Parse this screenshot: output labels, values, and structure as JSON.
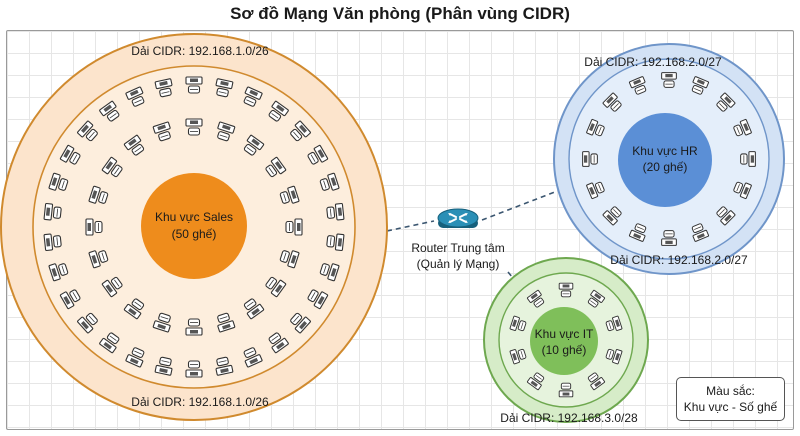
{
  "title": "Sơ đồ Mạng Văn phòng (Phân vùng CIDR)",
  "zones": [
    {
      "id": "sales",
      "name": "Khu vực Sales",
      "seats": "(50 ghế)",
      "cidr_top": "Dải CIDR: 192.168.1.0/26",
      "cidr_bottom": "Dải CIDR: 192.168.1.0/26",
      "fill_color": "#ee8c1c",
      "ring_color": "#fce4cc",
      "border_color": "#d08a2e"
    },
    {
      "id": "hr",
      "name": "Khu vực HR",
      "seats": "(20 ghế)",
      "cidr_top": "Dải CIDR: 192.168.2.0/27",
      "cidr_bottom": "Dải CIDR: 192.168.2.0/27",
      "fill_color": "#5b8fd6",
      "ring_color": "#d3e2f5",
      "border_color": "#6f95c9"
    },
    {
      "id": "it",
      "name": "Khu vực IT",
      "seats": "(10 ghế)",
      "cidr_bottom": "Dải CIDR: 192.168.3.0/28",
      "fill_color": "#7fbf5a",
      "ring_color": "#d6ecc8",
      "border_color": "#6ea84f"
    }
  ],
  "router": {
    "label_line1": "Router Trung tâm",
    "label_line2": "(Quản lý Mạng)",
    "icon": "router-icon",
    "color": "#1f7fa3"
  },
  "legend": {
    "line1": "Màu sắc:",
    "line2": "Khu vực - Số ghế"
  }
}
